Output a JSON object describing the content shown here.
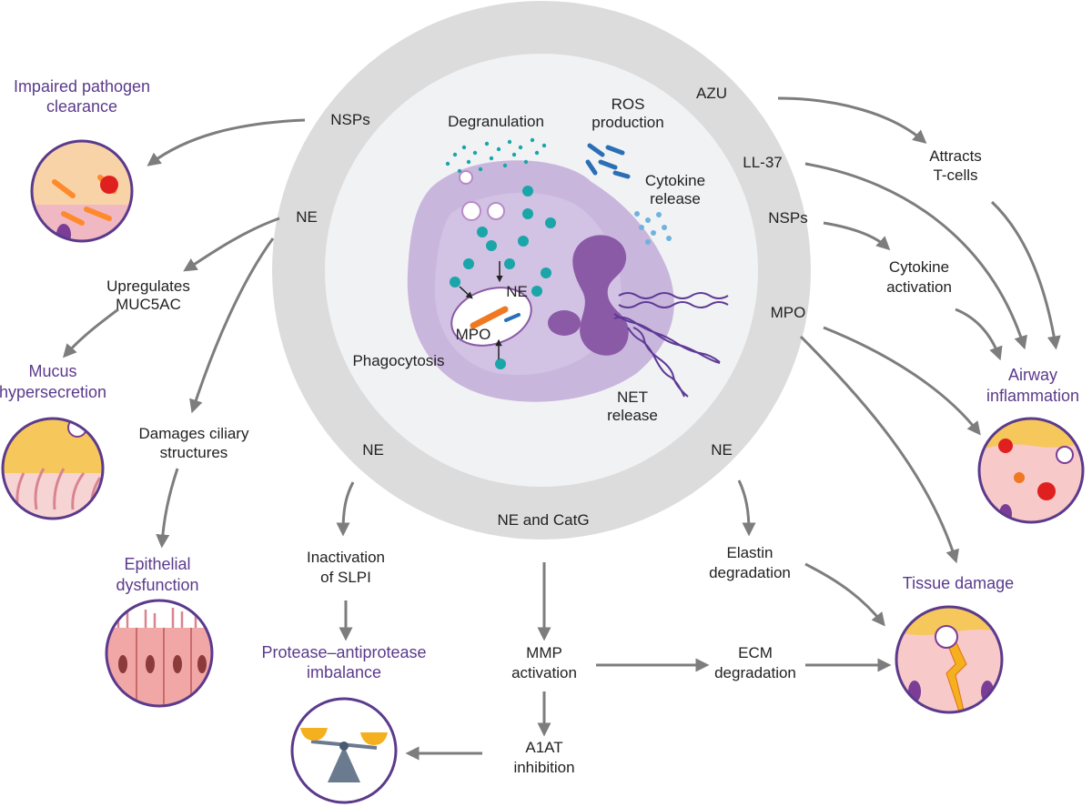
{
  "colors": {
    "outcome_text": "#5b3a8c",
    "label_text": "#222222",
    "arrow": "#7d7d7d",
    "outer_ring": "#dcdcdc",
    "inner_disc": "#f1f2f4",
    "cell": "#c9b6dd",
    "nucleus": "#8a5aa6",
    "granule": "#1aa5a8",
    "dna": "#5e3a96"
  },
  "ring": {
    "nsps_top": "NSPs",
    "ne_left": "NE",
    "ne_bottom_left": "NE",
    "ne_catg": "NE and CatG",
    "ne_bottom_right": "NE",
    "azu": "AZU",
    "ll37": "LL-37",
    "nsps_right": "NSPs",
    "mpo": "MPO"
  },
  "cell": {
    "degranulation": "Degranulation",
    "ros": [
      "ROS",
      "production"
    ],
    "cytokine_release": [
      "Cytokine",
      "release"
    ],
    "ne_inside": "NE",
    "mpo_inside": "MPO",
    "phagocytosis": "Phagocytosis",
    "net_release": [
      "NET",
      "release"
    ]
  },
  "steps": {
    "upregulates": [
      "Upregulates",
      "MUC5AC"
    ],
    "damages": [
      "Damages ciliary",
      "structures"
    ],
    "inactivation": [
      "Inactivation",
      "of SLPI"
    ],
    "mmp": [
      "MMP",
      "activation"
    ],
    "a1at": [
      "A1AT",
      "inhibition"
    ],
    "ecm": [
      "ECM",
      "degradation"
    ],
    "elastin": [
      "Elastin",
      "degradation"
    ],
    "attracts": [
      "Attracts",
      "T-cells"
    ],
    "cytokine_activation": [
      "Cytokine",
      "activation"
    ]
  },
  "outcomes": {
    "pathogen": [
      "Impaired pathogen",
      "clearance"
    ],
    "mucus": [
      "Mucus",
      "hypersecretion"
    ],
    "epithelial": [
      "Epithelial",
      "dysfunction"
    ],
    "protease": [
      "Protease–antiprotease",
      "imbalance"
    ],
    "airway": [
      "Airway",
      "inflammation"
    ],
    "tissue": "Tissue damage"
  }
}
